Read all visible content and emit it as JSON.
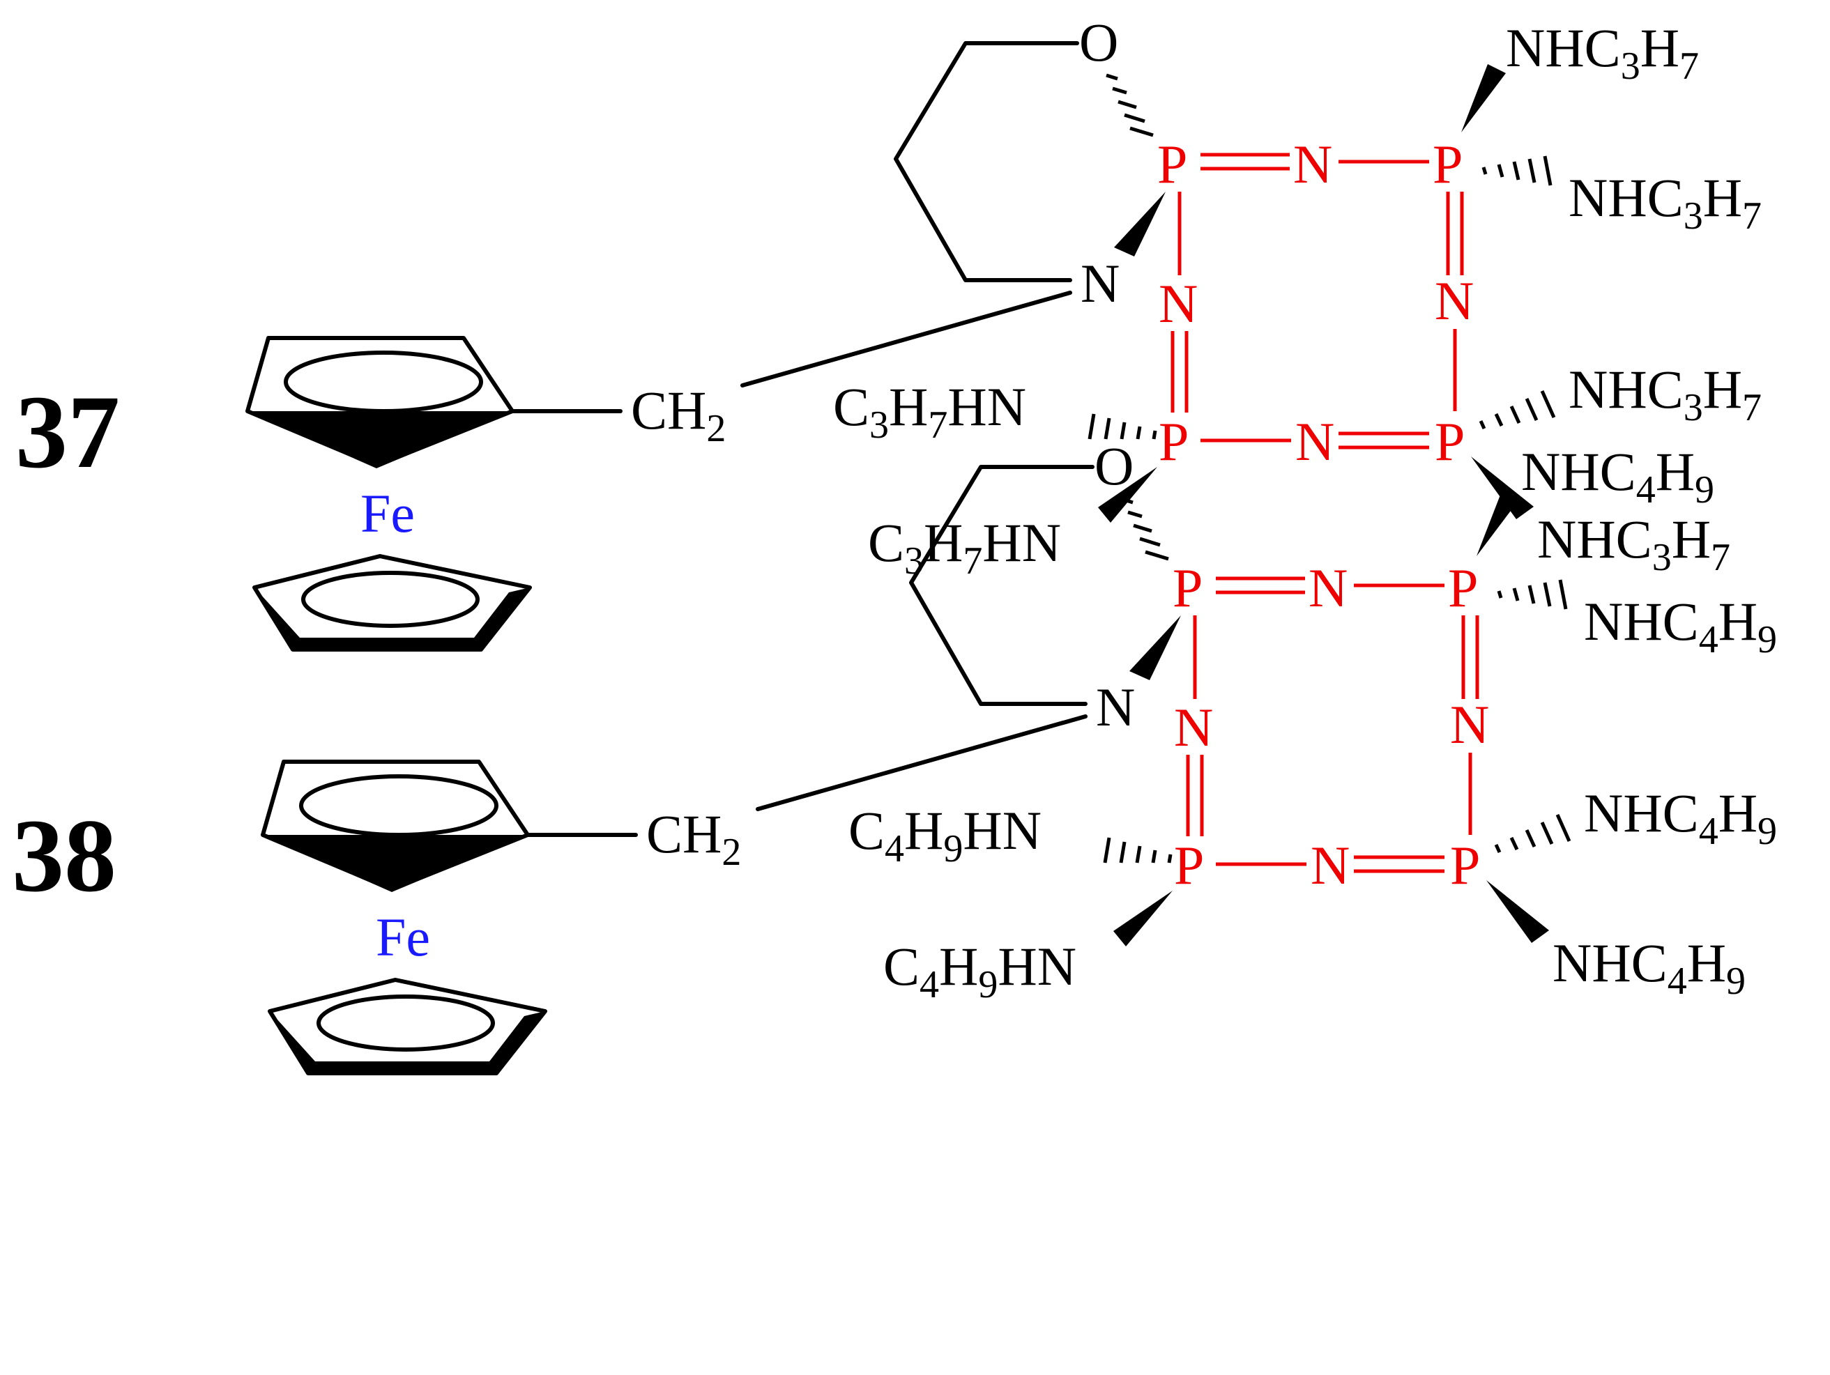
{
  "compounds": [
    {
      "number": "37",
      "metal": "Fe",
      "ch2": "CH",
      "ch2_sub": "2",
      "ring_O": "O",
      "ring_N": "N",
      "P": "P",
      "N": "N",
      "sub_right": {
        "a": "NHC",
        "b": "3",
        "c": "H",
        "d": "7"
      },
      "sub_left": {
        "a": "C",
        "b": "3",
        "c": "H",
        "d": "7",
        "e": "HN"
      }
    },
    {
      "number": "38",
      "metal": "Fe",
      "ch2": "CH",
      "ch2_sub": "2",
      "ring_O": "O",
      "ring_N": "N",
      "P": "P",
      "N": "N",
      "sub_right": {
        "a": "NHC",
        "b": "4",
        "c": "H",
        "d": "9"
      },
      "sub_left": {
        "a": "C",
        "b": "4",
        "c": "H",
        "d": "9",
        "e": "HN"
      }
    }
  ],
  "colors": {
    "ring": "#ee0000",
    "iron": "#1a1aff",
    "bonds": "#000000"
  }
}
